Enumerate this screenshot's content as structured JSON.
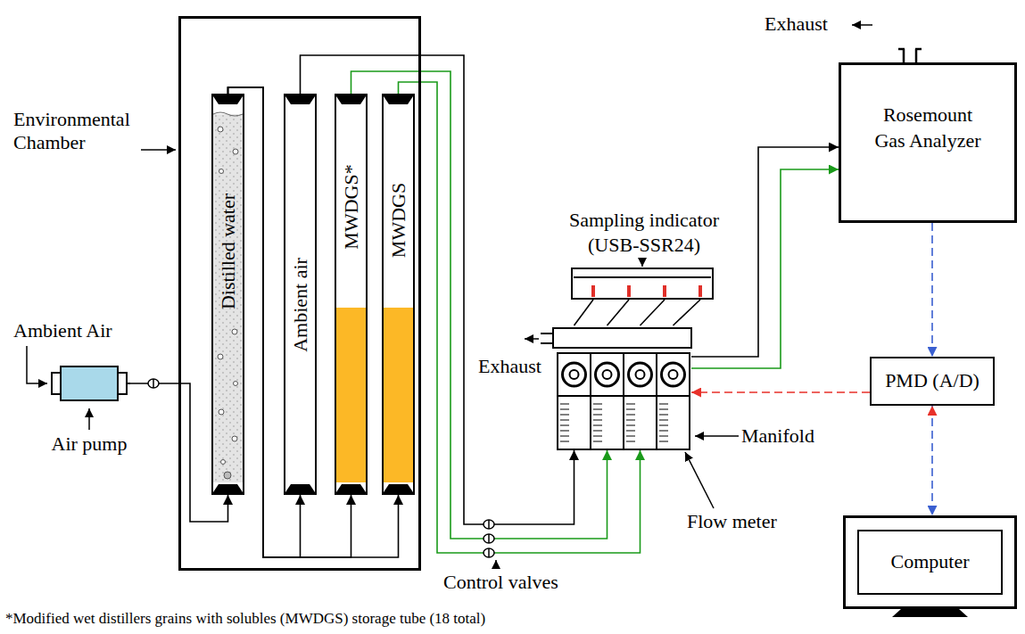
{
  "diagram": {
    "nodes": [
      {
        "text": [
          "Environmental Chamber"
        ]
      },
      {
        "text": [
          "Distilled water"
        ],
        "in": 0
      },
      {
        "text": [
          "Ambient air"
        ],
        "in": 0
      },
      {
        "text": [
          "MWDGS*"
        ],
        "in": 0
      },
      {
        "text": [
          "MWDGS"
        ],
        "in": 0
      },
      {
        "text": [
          "Air pump"
        ]
      },
      {
        "text": [
          "Sampling indicator (USB-SSR24)"
        ]
      },
      {
        "text": [
          "Manifold"
        ]
      },
      {
        "text": [
          "Rosemount Gas Analyzer"
        ]
      },
      {
        "text": [
          "PMD (A/D)"
        ]
      },
      {
        "text": [
          "Computer"
        ]
      }
    ],
    "edges": [
      {
        "from": 5,
        "to": 1,
        "arrow": "to"
      },
      {
        "from": 1,
        "to": 2,
        "arrow": "to"
      },
      {
        "from": 1,
        "to": 3,
        "arrow": "to"
      },
      {
        "from": 1,
        "to": 4,
        "arrow": "to"
      },
      {
        "from": 2,
        "to": 7,
        "arrow": "to"
      },
      {
        "from": 3,
        "to": 7,
        "arrow": "to"
      },
      {
        "from": 4,
        "to": 7,
        "arrow": "to"
      },
      {
        "from": 7,
        "to": 8,
        "arrow": "to"
      },
      {
        "from": 7,
        "to": 8,
        "arrow": "to"
      },
      {
        "from": 6,
        "to": 7,
        "arrow": "none"
      },
      {
        "from": 9,
        "to": 7,
        "arrow": "to"
      },
      {
        "from": 8,
        "to": 9,
        "arrow": "to"
      },
      {
        "from": 9,
        "to": 10,
        "arrow": "both"
      }
    ],
    "labels": [
      "Exhaust",
      "Ambient Air",
      "Exhaust",
      "Control valves",
      "Flow meter",
      "*Modified wet distillers grains with solubles (MWDGS) storage tube (18 total)"
    ]
  }
}
